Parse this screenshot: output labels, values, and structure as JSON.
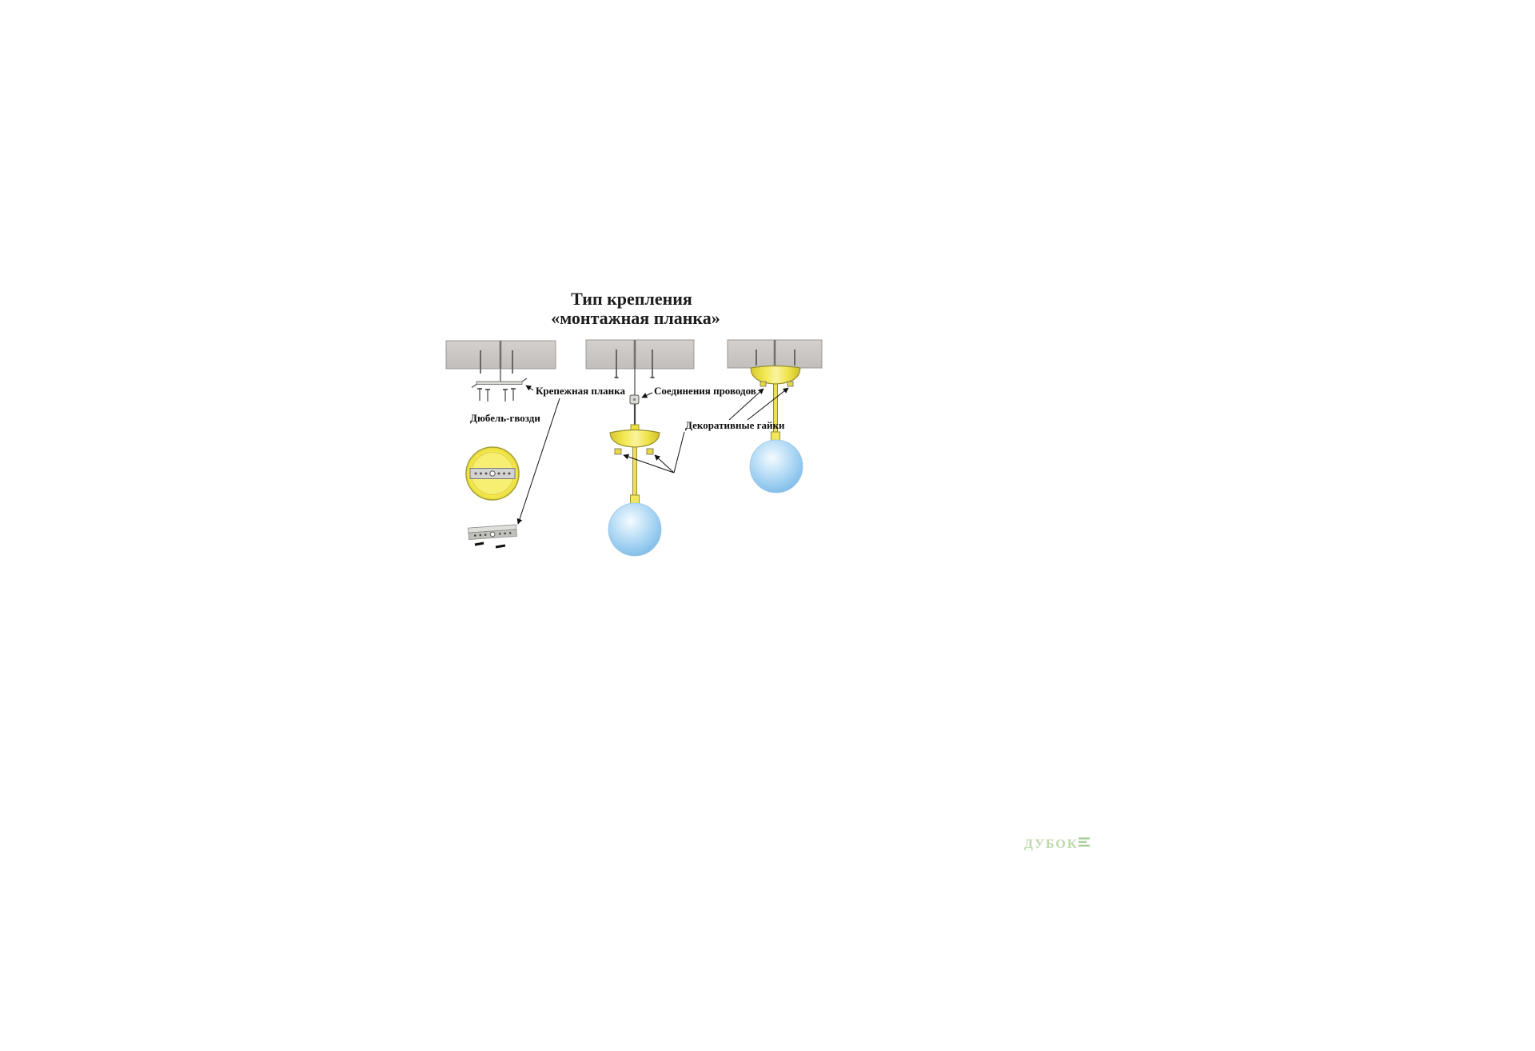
{
  "title": {
    "line1": "Тип крепления",
    "line2": "«монтажная планка»"
  },
  "labels": {
    "mounting_plate": "Крепежная планка",
    "dowel_nails": "Дюбель-гвозди",
    "wire_connections": "Соединения проводов",
    "decorative_nuts": "Декоративные гайки"
  },
  "watermark": {
    "text": "ДУБОК"
  },
  "colors": {
    "ceiling_gray": "#cbc7c4",
    "canopy_yellow": "#f1e63c",
    "canopy_highlight": "#faf3a0",
    "canopy_stroke": "#97902e",
    "globe_blue": "#7ab4e2",
    "globe_highlight": "#f2faff",
    "metal_gray": "#cfcfcc",
    "line_dark": "#111111",
    "watermark_green": "#bcd9ac"
  }
}
